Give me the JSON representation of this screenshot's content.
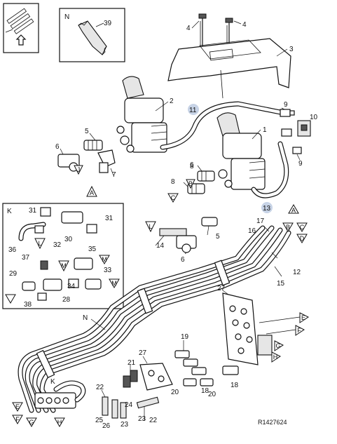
{
  "diagram": {
    "reference": "R1427624",
    "inset_n_letter": "N",
    "inset_n_number": "39",
    "inset_k_letter": "K",
    "callouts": [
      {
        "id": "c1",
        "text": "1"
      },
      {
        "id": "c2",
        "text": "2"
      },
      {
        "id": "c3",
        "text": "3"
      },
      {
        "id": "c4a",
        "text": "4"
      },
      {
        "id": "c4b",
        "text": "4"
      },
      {
        "id": "c5a",
        "text": "5"
      },
      {
        "id": "c5b",
        "text": "5"
      },
      {
        "id": "c6a",
        "text": "6"
      },
      {
        "id": "c6b",
        "text": "6"
      },
      {
        "id": "c6c",
        "text": "6"
      },
      {
        "id": "c7",
        "text": "7"
      },
      {
        "id": "c8a",
        "text": "8"
      },
      {
        "id": "c8b",
        "text": "8"
      },
      {
        "id": "c9a",
        "text": "9"
      },
      {
        "id": "c9b",
        "text": "9"
      },
      {
        "id": "c10",
        "text": "10"
      },
      {
        "id": "c11",
        "text": "11"
      },
      {
        "id": "c12",
        "text": "12"
      },
      {
        "id": "c13",
        "text": "13"
      },
      {
        "id": "c14",
        "text": "14"
      },
      {
        "id": "c15",
        "text": "15"
      },
      {
        "id": "c16",
        "text": "16"
      },
      {
        "id": "c17",
        "text": "17"
      },
      {
        "id": "c18a",
        "text": "18"
      },
      {
        "id": "c18b",
        "text": "18"
      },
      {
        "id": "c19",
        "text": "19"
      },
      {
        "id": "c20a",
        "text": "20"
      },
      {
        "id": "c20b",
        "text": "20"
      },
      {
        "id": "c21",
        "text": "21"
      },
      {
        "id": "c22a",
        "text": "22"
      },
      {
        "id": "c22b",
        "text": "22"
      },
      {
        "id": "c23a",
        "text": "23"
      },
      {
        "id": "c23b",
        "text": "23"
      },
      {
        "id": "c24",
        "text": "24"
      },
      {
        "id": "c25",
        "text": "25"
      },
      {
        "id": "c26",
        "text": "26"
      },
      {
        "id": "c27a",
        "text": "27"
      },
      {
        "id": "c27b",
        "text": "27"
      },
      {
        "id": "c28",
        "text": "28"
      },
      {
        "id": "c29",
        "text": "29"
      },
      {
        "id": "c30",
        "text": "30"
      },
      {
        "id": "c31a",
        "text": "31"
      },
      {
        "id": "c31b",
        "text": "31"
      },
      {
        "id": "c32",
        "text": "32"
      },
      {
        "id": "c33",
        "text": "33"
      },
      {
        "id": "c34",
        "text": "34"
      },
      {
        "id": "c35",
        "text": "35"
      },
      {
        "id": "c36",
        "text": "36"
      },
      {
        "id": "c37",
        "text": "37"
      },
      {
        "id": "c38",
        "text": "38"
      },
      {
        "id": "cN",
        "text": "N"
      },
      {
        "id": "cK",
        "text": "K"
      }
    ],
    "connectors": [
      {
        "id": "tA1",
        "text": "A"
      },
      {
        "id": "tA2",
        "text": "A"
      },
      {
        "id": "tB1",
        "text": "B"
      },
      {
        "id": "tB2",
        "text": "B"
      },
      {
        "id": "tC1",
        "text": "C"
      },
      {
        "id": "tC2",
        "text": "C"
      },
      {
        "id": "tD1",
        "text": "D"
      },
      {
        "id": "tE1",
        "text": "E"
      },
      {
        "id": "tE2",
        "text": "E"
      },
      {
        "id": "tF1",
        "text": "F"
      },
      {
        "id": "tF2",
        "text": "F"
      },
      {
        "id": "tG1",
        "text": "G"
      },
      {
        "id": "tG2",
        "text": "G"
      },
      {
        "id": "tH1",
        "text": "H"
      },
      {
        "id": "tH2",
        "text": "H"
      },
      {
        "id": "tJ1",
        "text": "J"
      },
      {
        "id": "tJ2",
        "text": "J"
      },
      {
        "id": "tL1",
        "text": "L"
      },
      {
        "id": "tL2",
        "text": "L"
      },
      {
        "id": "tM1",
        "text": "M"
      },
      {
        "id": "tM2",
        "text": "M"
      },
      {
        "id": "tM3",
        "text": "M"
      }
    ]
  }
}
